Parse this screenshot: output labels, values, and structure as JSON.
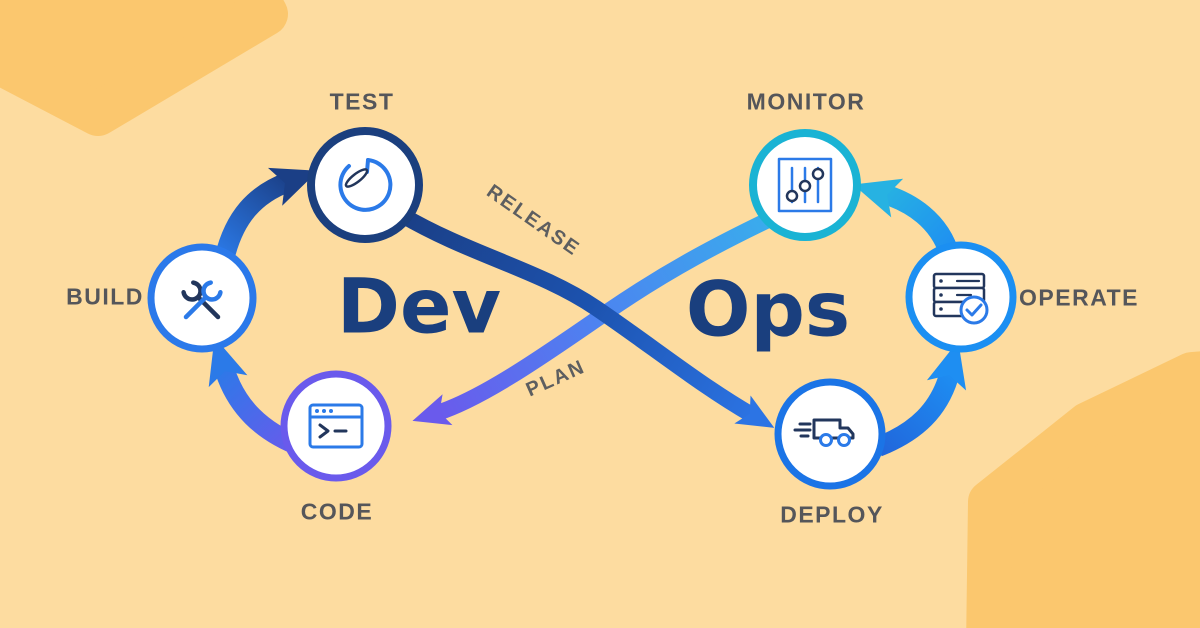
{
  "diagram": {
    "title_left": "Dev",
    "title_right": "Ops",
    "flow_labels": {
      "release": "RELEASE",
      "plan": "PLAN"
    },
    "stages": [
      {
        "id": "test",
        "label": "TEST",
        "icon": "timer-icon"
      },
      {
        "id": "build",
        "label": "BUILD",
        "icon": "crossed-wrenches-icon"
      },
      {
        "id": "code",
        "label": "CODE",
        "icon": "terminal-window-icon"
      },
      {
        "id": "monitor",
        "label": "MONITOR",
        "icon": "sliders-icon"
      },
      {
        "id": "operate",
        "label": "OPERATE",
        "icon": "server-check-icon"
      },
      {
        "id": "deploy",
        "label": "DEPLOY",
        "icon": "delivery-truck-icon"
      }
    ],
    "colors": {
      "background": "#FDDCA0",
      "hexagon": "#FBC76E",
      "navy": "#1B3F7E",
      "blue": "#2B7AE8",
      "purple": "#6A5AEC",
      "cyan": "#1AB3D4",
      "bright_blue": "#1E8EF2",
      "label_gray": "#55565A"
    }
  }
}
